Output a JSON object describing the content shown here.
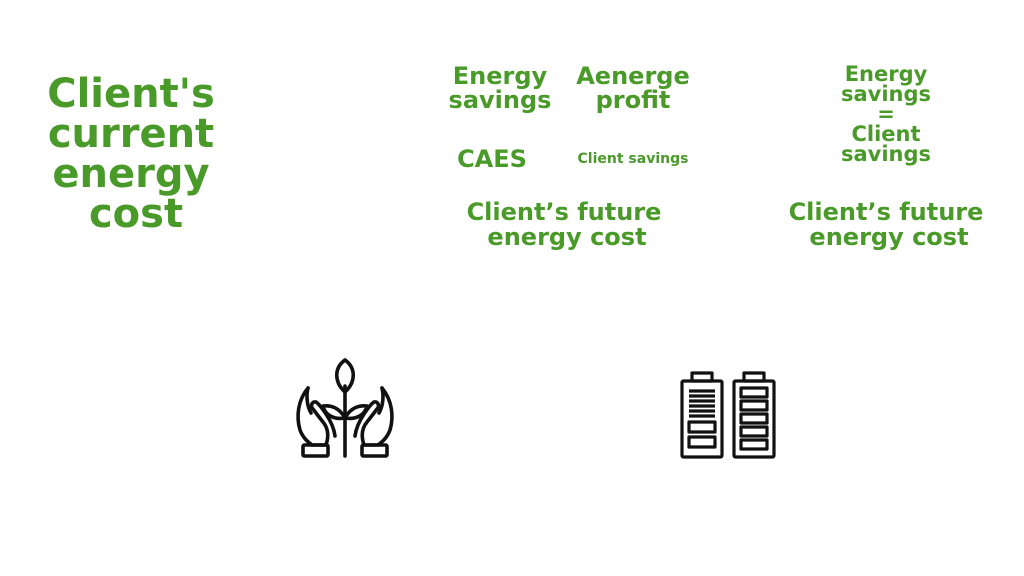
{
  "colors": {
    "accent_green": "#4a9a2a",
    "icon_stroke": "#111111",
    "background": "#ffffff"
  },
  "current_cost": {
    "line1": "Client's",
    "line2": "current",
    "line3": "energy",
    "line4": "cost"
  },
  "scenario_caes": {
    "energy_savings": {
      "line1": "Energy",
      "line2": "savings"
    },
    "aenerge_profit": {
      "line1": "Aenerge",
      "line2": "profit"
    },
    "caes_label": "CAES",
    "client_savings": "Client savings",
    "future_cost": {
      "line1": "Client’s future",
      "line2": "energy cost"
    },
    "icon": "hands-holding-plant-icon"
  },
  "scenario_battery": {
    "savings_equation": {
      "line1": "Energy",
      "line2": "savings",
      "line3": "=",
      "line4": "Client",
      "line5": "savings"
    },
    "future_cost": {
      "line1": "Client’s future",
      "line2": "energy cost"
    },
    "icon": "battery-pack-icon"
  }
}
